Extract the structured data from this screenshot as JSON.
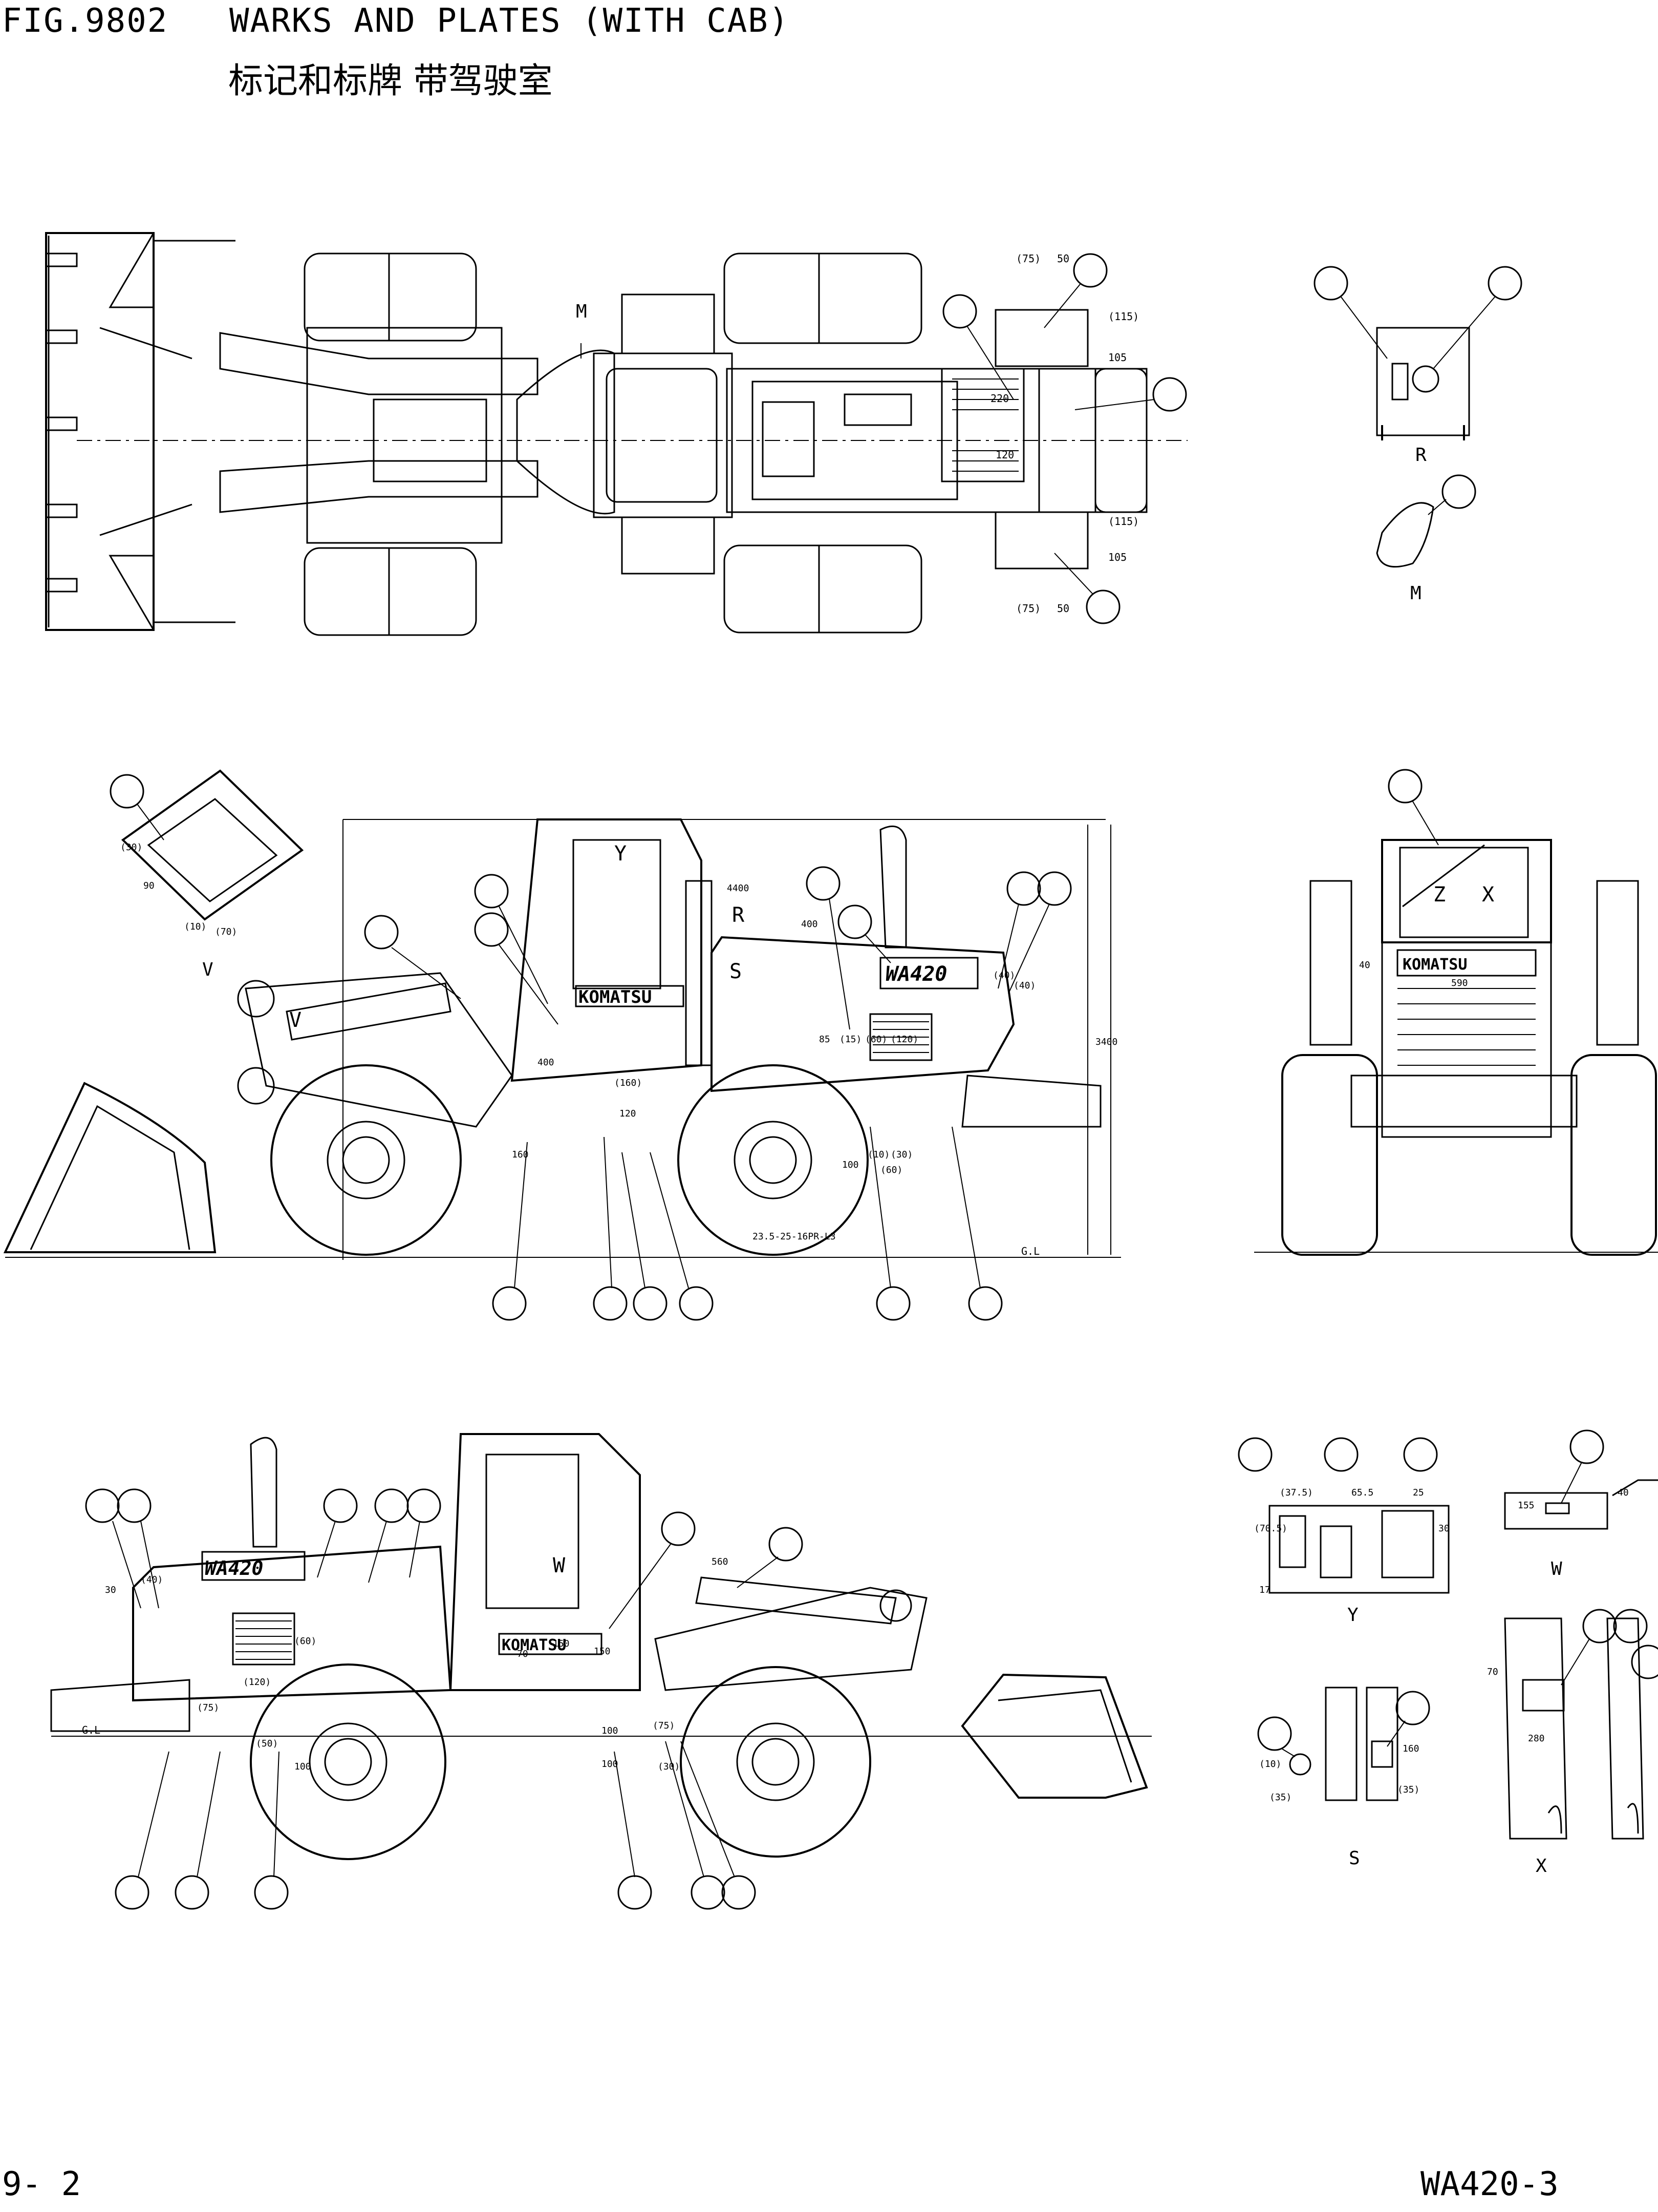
{
  "header": {
    "fig_number": "FIG.9802",
    "title": "WARKS AND PLATES (WITH CAB)",
    "subtitle": "标记和标牌 带驾驶室"
  },
  "footer": {
    "page": "9- 2",
    "model": "WA420-3"
  },
  "views": {
    "top_view_marker": "M",
    "detail_r": "R",
    "detail_m": "M",
    "detail_v": "V",
    "side_marker_y": "Y",
    "side_marker_r": "R",
    "side_marker_s": "S",
    "side_marker_v": "V",
    "rear_marker_z": "Z",
    "rear_marker_x": "X",
    "right_marker_w": "W",
    "detail_y": "Y",
    "detail_w": "W",
    "detail_s": "S",
    "detail_x": "X",
    "ground_line": "G.L"
  },
  "decals": {
    "brand": "KOMATSU",
    "model_decal": "WA420",
    "tire_size": "23.5-25-16PR-L3"
  },
  "dimensions": {
    "top": [
      "(75)",
      "50",
      "(115)",
      "105",
      "220",
      "120",
      "(115)",
      "105",
      "(75)",
      "50"
    ],
    "side": [
      "4400",
      "400",
      "85",
      "(15)",
      "(60)",
      "(120)",
      "100",
      "400",
      "(40)",
      "(160)",
      "120",
      "(10)",
      "(30)",
      "(60)",
      "160",
      "(40)",
      "3400"
    ],
    "rear": [
      "590",
      "40"
    ],
    "detail": [
      "(30)",
      "90",
      "(10)",
      "(70)"
    ],
    "bottom": [
      "(40)",
      "30",
      "(75)",
      "(60)",
      "(50)",
      "150",
      "560",
      "100",
      "(120)",
      "70",
      "150",
      "100",
      "(75)",
      "100",
      "(30)"
    ],
    "det_y": [
      "(37.5)",
      "(70.5)",
      "65.5",
      "25",
      "17",
      "30"
    ],
    "det_w": [
      "155",
      "40"
    ],
    "det_s": [
      "(10)",
      "(35)",
      "160",
      "(35)"
    ],
    "det_x": [
      "70",
      "280"
    ]
  }
}
